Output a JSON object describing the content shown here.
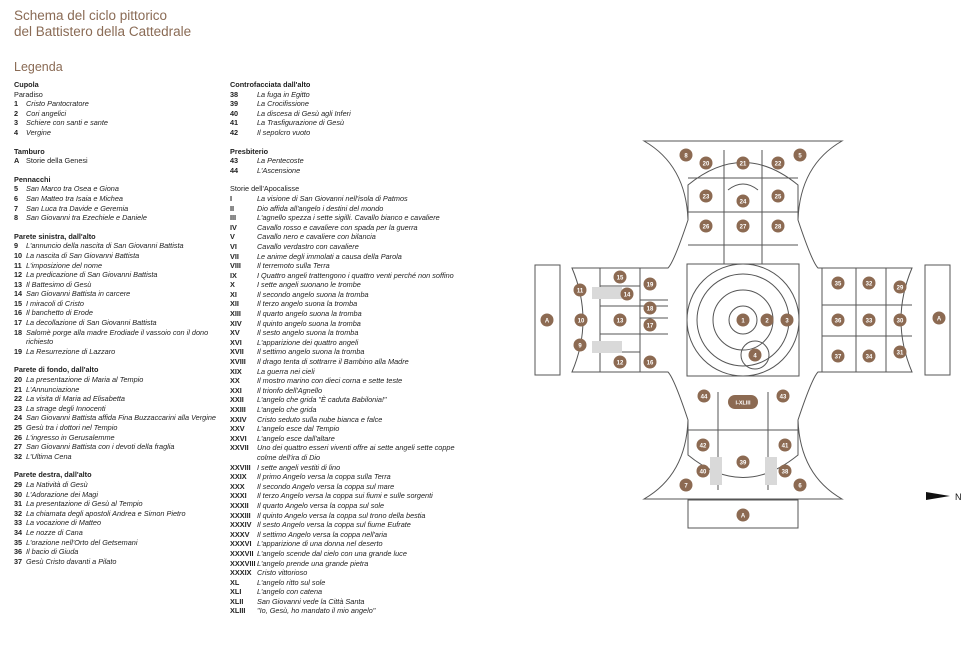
{
  "title_line1": "Schema del ciclo pittorico",
  "title_line2": "del Battistero della Cattedrale",
  "legend_title": "Legenda",
  "column1": [
    {
      "title": "Cupola",
      "subtitle": "Paradiso",
      "items": [
        {
          "n": "1",
          "t": "Cristo Pantocratore"
        },
        {
          "n": "2",
          "t": "Cori angelici"
        },
        {
          "n": "3",
          "t": "Schiere con santi e sante"
        },
        {
          "n": "4",
          "t": "Vergine"
        }
      ]
    },
    {
      "title": "Tamburo",
      "items": [
        {
          "n": "A",
          "t": "Storie della Genesi",
          "upright": true
        }
      ]
    },
    {
      "title": "Pennacchi",
      "items": [
        {
          "n": "5",
          "t": "San Marco tra Osea e Giona"
        },
        {
          "n": "6",
          "t": "San Matteo tra Isaia e Michea"
        },
        {
          "n": "7",
          "t": "San Luca tra Davide e Geremia"
        },
        {
          "n": "8",
          "t": "San Giovanni tra Ezechiele e Daniele"
        }
      ]
    },
    {
      "title": "Parete sinistra, dall'alto",
      "items": [
        {
          "n": "9",
          "t": "L'annuncio della nascita di San Giovanni Battista"
        },
        {
          "n": "10",
          "t": "La nascita di San Giovanni Battista"
        },
        {
          "n": "11",
          "t": "L'imposizione del nome"
        },
        {
          "n": "12",
          "t": "La predicazione di San Giovanni Battista"
        },
        {
          "n": "13",
          "t": "Il Battesimo di Gesù"
        },
        {
          "n": "14",
          "t": "San Giovanni Battista in carcere"
        },
        {
          "n": "15",
          "t": "I miracoli di Cristo"
        },
        {
          "n": "16",
          "t": "Il banchetto di Erode"
        },
        {
          "n": "17",
          "t": "La decollazione di San Giovanni Battista"
        },
        {
          "n": "18",
          "t": "Salomè porge alla madre Erodiade il vassoio con il dono richiesto"
        },
        {
          "n": "19",
          "t": "La Resurrezione di Lazzaro"
        }
      ]
    },
    {
      "title": "Parete di fondo, dall'alto",
      "items": [
        {
          "n": "20",
          "t": "La presentazione di Maria al Tempio"
        },
        {
          "n": "21",
          "t": "L'Annunciazione"
        },
        {
          "n": "22",
          "t": "La visita di Maria ad Elisabetta"
        },
        {
          "n": "23",
          "t": "La strage degli Innocenti"
        },
        {
          "n": "24",
          "t": "San Giovanni Battista affida Fina Buzzaccarini alla Vergine"
        },
        {
          "n": "25",
          "t": "Gesù tra i dottori nel Tempio"
        },
        {
          "n": "26",
          "t": "L'ingresso in Gerusalemme"
        },
        {
          "n": "27",
          "t": "San Giovanni Battista con i devoti della fraglia"
        },
        {
          "n": "32",
          "t": "L'Ultima Cena"
        }
      ]
    },
    {
      "title": "Parete destra, dall'alto",
      "items": [
        {
          "n": "29",
          "t": "La Natività di Gesù"
        },
        {
          "n": "30",
          "t": "L'Adorazione dei Magi"
        },
        {
          "n": "31",
          "t": "La presentazione di Gesù al Tempio"
        },
        {
          "n": "32",
          "t": "La chiamata degli apostoli Andrea e Simon Pietro"
        },
        {
          "n": "33",
          "t": "La vocazione di Matteo"
        },
        {
          "n": "34",
          "t": "Le nozze di Cana"
        },
        {
          "n": "35",
          "t": "L'orazione nell'Orto del Getsemani"
        },
        {
          "n": "36",
          "t": "Il bacio di Giuda"
        },
        {
          "n": "37",
          "t": "Gesù Cristo davanti a Pilato"
        }
      ]
    }
  ],
  "column2": [
    {
      "title": "Controfacciata dall'alto",
      "items": [
        {
          "n": "38",
          "t": "La fuga in Egitto"
        },
        {
          "n": "39",
          "t": "La Crocifissione"
        },
        {
          "n": "40",
          "t": "La discesa di Gesù agli Inferi"
        },
        {
          "n": "41",
          "t": "La Trasfigurazione di Gesù"
        },
        {
          "n": "42",
          "t": "Il sepolcro vuoto"
        }
      ]
    },
    {
      "title": "Presbiterio",
      "items": [
        {
          "n": "43",
          "t": "La Pentecoste"
        },
        {
          "n": "44",
          "t": "L'Ascensione"
        }
      ]
    },
    {
      "title": "",
      "subtitle": "Storie dell'Apocalisse",
      "items": [
        {
          "n": "I",
          "t": "La visione di San Giovanni nell'isola di Patmos"
        },
        {
          "n": "II",
          "t": "Dio affida all'angelo i destini del mondo"
        },
        {
          "n": "III",
          "t": "L'agnello spezza i sette sigilli. Cavallo bianco e cavaliere"
        },
        {
          "n": "IV",
          "t": "Cavallo rosso e cavaliere con spada per la guerra"
        },
        {
          "n": "V",
          "t": "Cavallo nero e cavaliere con bilancia"
        },
        {
          "n": "VI",
          "t": "Cavallo verdastro con cavaliere"
        },
        {
          "n": "VII",
          "t": "Le anime degli immolati a causa della Parola"
        },
        {
          "n": "VIII",
          "t": "Il terremoto sulla Terra"
        },
        {
          "n": "IX",
          "t": "I Quattro angeli trattengono i quattro venti perché non soffino"
        },
        {
          "n": "X",
          "t": "I sette angeli suonano le trombe"
        },
        {
          "n": "XI",
          "t": "Il secondo angelo suona la tromba"
        },
        {
          "n": "XII",
          "t": "Il terzo angelo suona la tromba"
        },
        {
          "n": "XIII",
          "t": "Il quarto angelo suona la tromba"
        },
        {
          "n": "XIV",
          "t": "Il quinto angelo suona la tromba"
        },
        {
          "n": "XV",
          "t": "Il sesto angelo suona la tromba"
        },
        {
          "n": "XVI",
          "t": "L'apparizione dei quattro angeli"
        },
        {
          "n": "XVII",
          "t": "Il settimo angelo suona la tromba"
        },
        {
          "n": "XVIII",
          "t": "Il drago tenta di sottrarre il Bambino alla Madre"
        },
        {
          "n": "XIX",
          "t": "La guerra nei cieli"
        },
        {
          "n": "XX",
          "t": "Il mostro marino con dieci corna e sette teste"
        },
        {
          "n": "XXI",
          "t": "Il trionfo dell'Agnello"
        },
        {
          "n": "XXII",
          "t": "L'angelo che grida \"È caduta Babilonia!\""
        },
        {
          "n": "XXIII",
          "t": "L'angelo che grida"
        },
        {
          "n": "XXIV",
          "t": "Cristo seduto sulla nube bianca e falce"
        },
        {
          "n": "XXV",
          "t": "L'angelo esce dal Tempio"
        },
        {
          "n": "XXVI",
          "t": "L'angelo esce dall'altare"
        },
        {
          "n": "XXVII",
          "t": "Uno dei quattro esseri viventi offre ai sette angeli sette coppe colme dell'ira di Dio"
        },
        {
          "n": "XXVIII",
          "t": "I sette angeli vestiti di lino"
        },
        {
          "n": "XXIX",
          "t": "Il primo Angelo versa la coppa sulla Terra"
        },
        {
          "n": "XXX",
          "t": "Il secondo Angelo versa la coppa sul mare"
        },
        {
          "n": "XXXI",
          "t": "Il terzo Angelo versa la coppa sui fiumi e sulle sorgenti"
        },
        {
          "n": "XXXII",
          "t": "Il quarto Angelo versa la coppa sul sole"
        },
        {
          "n": "XXXIII",
          "t": "Il quinto Angelo versa la coppa sul trono della bestia"
        },
        {
          "n": "XXXIV",
          "t": "Il sesto Angelo versa la coppa sul fiume Eufrate"
        },
        {
          "n": "XXXV",
          "t": "Il settimo Angelo versa la coppa nell'aria"
        },
        {
          "n": "XXXVI",
          "t": "L'apparizione di una donna nel deserto"
        },
        {
          "n": "XXXVII",
          "t": "L'angelo scende dal cielo con una grande luce"
        },
        {
          "n": "XXXVIII",
          "t": "L'angelo prende una grande pietra"
        },
        {
          "n": "XXXIX",
          "t": "Cristo vittorioso"
        },
        {
          "n": "XL",
          "t": "L'angelo ritto sul sole"
        },
        {
          "n": "XLI",
          "t": "L'angelo con catena"
        },
        {
          "n": "XLII",
          "t": "San Giovanni vede la Città Santa"
        },
        {
          "n": "XLIII",
          "t": "\"Io, Gesù, ho mandato il mio angelo\""
        }
      ]
    }
  ],
  "plan": {
    "marker_color": "#8c6a52",
    "line_color": "#555555",
    "north_label": "N",
    "markers": [
      {
        "id": "1",
        "label": "1"
      },
      {
        "id": "2",
        "label": "2"
      },
      {
        "id": "3",
        "label": "3"
      },
      {
        "id": "4",
        "label": "4"
      },
      {
        "id": "5",
        "label": "5"
      },
      {
        "id": "6",
        "label": "6"
      },
      {
        "id": "7",
        "label": "7"
      },
      {
        "id": "8",
        "label": "8"
      },
      {
        "id": "9",
        "label": "9"
      },
      {
        "id": "10",
        "label": "10"
      },
      {
        "id": "11",
        "label": "11"
      },
      {
        "id": "12",
        "label": "12"
      },
      {
        "id": "13",
        "label": "13"
      },
      {
        "id": "14",
        "label": "14"
      },
      {
        "id": "15",
        "label": "15"
      },
      {
        "id": "16",
        "label": "16"
      },
      {
        "id": "17",
        "label": "17"
      },
      {
        "id": "18",
        "label": "18"
      },
      {
        "id": "19",
        "label": "19"
      },
      {
        "id": "20",
        "label": "20"
      },
      {
        "id": "21",
        "label": "21"
      },
      {
        "id": "22",
        "label": "22"
      },
      {
        "id": "23",
        "label": "23"
      },
      {
        "id": "24",
        "label": "24"
      },
      {
        "id": "25",
        "label": "25"
      },
      {
        "id": "26",
        "label": "26"
      },
      {
        "id": "27",
        "label": "27"
      },
      {
        "id": "28",
        "label": "28"
      },
      {
        "id": "29",
        "label": "29"
      },
      {
        "id": "30",
        "label": "30"
      },
      {
        "id": "31",
        "label": "31"
      },
      {
        "id": "32",
        "label": "32"
      },
      {
        "id": "33",
        "label": "33"
      },
      {
        "id": "34",
        "label": "34"
      },
      {
        "id": "35",
        "label": "35"
      },
      {
        "id": "36",
        "label": "36"
      },
      {
        "id": "37",
        "label": "37"
      },
      {
        "id": "38",
        "label": "38"
      },
      {
        "id": "39",
        "label": "39"
      },
      {
        "id": "40",
        "label": "40"
      },
      {
        "id": "41",
        "label": "41"
      },
      {
        "id": "42",
        "label": "42"
      },
      {
        "id": "43",
        "label": "43"
      },
      {
        "id": "44",
        "label": "44"
      },
      {
        "id": "A-left",
        "label": "A"
      },
      {
        "id": "A-right",
        "label": "A"
      },
      {
        "id": "A-bottom",
        "label": "A"
      },
      {
        "id": "apoc",
        "label": "I-XLIII"
      }
    ]
  }
}
